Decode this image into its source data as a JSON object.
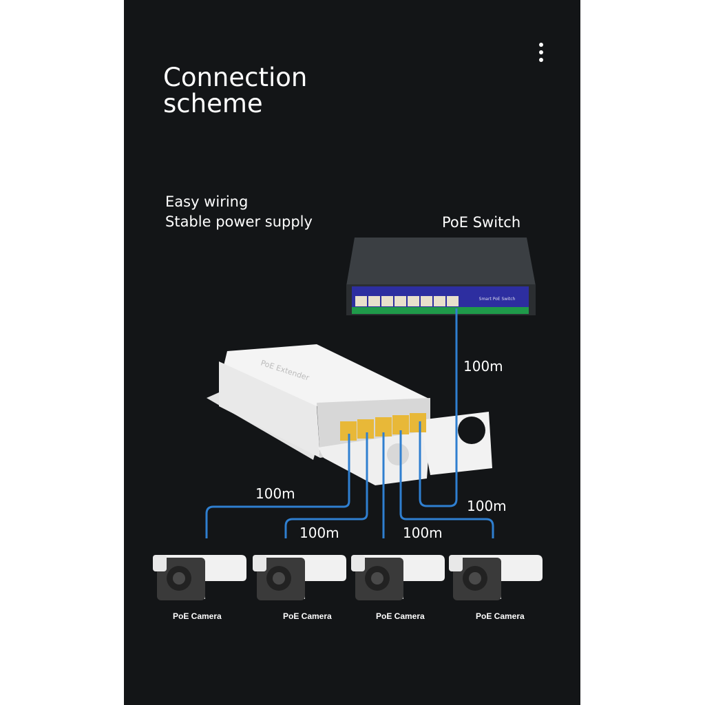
{
  "title_line1": "Connection",
  "title_line2": "scheme",
  "tagline": [
    "Easy wiring",
    "Stable power supply"
  ],
  "switch_label": "PoE Switch",
  "switch_panel_text": "Smart PoE Switch",
  "extender_text": "PoE Extender",
  "distances": [
    "100m",
    "100m",
    "100m",
    "100m",
    "100m"
  ],
  "cameras": [
    "PoE Camera",
    "PoE Camera",
    "PoE Camera",
    "PoE Camera"
  ],
  "menu_icon": "more-vertical-icon",
  "colors": {
    "background": "#131517",
    "cable": "#2f7fd0",
    "port": "#e8b838"
  }
}
